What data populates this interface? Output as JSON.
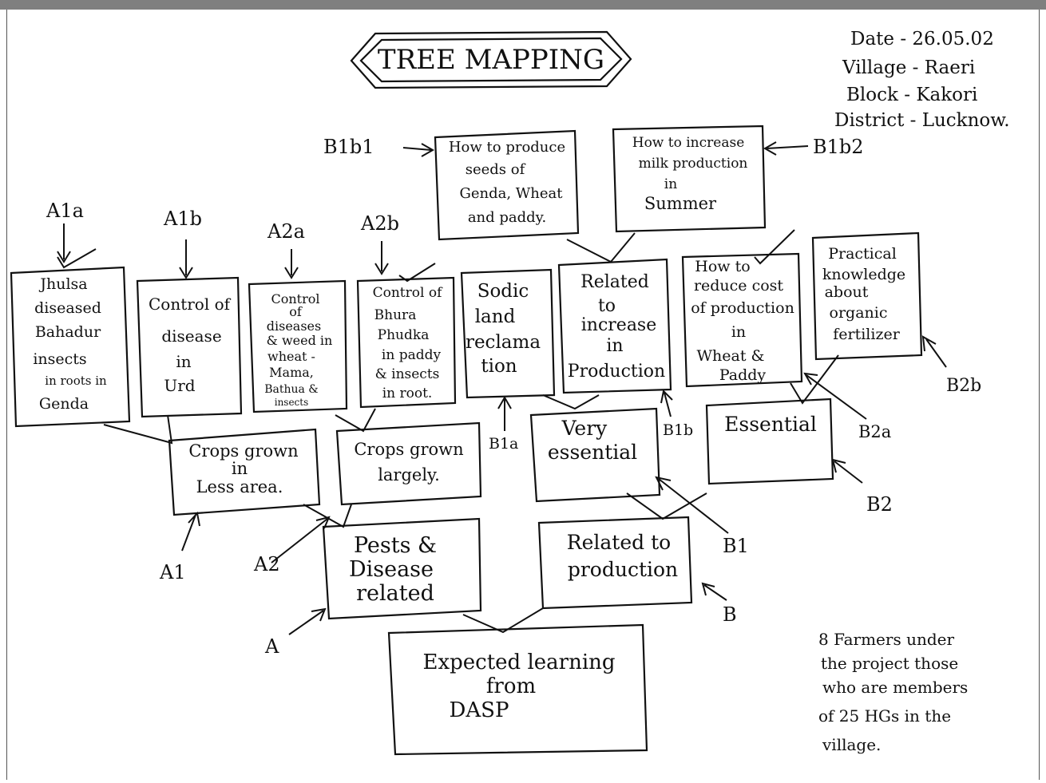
{
  "header_bar_text": "",
  "title": "TREE MAPPING",
  "info": {
    "date": "Date - 26.05.02",
    "village": "Village - Raeri",
    "block": "Block - Kakori",
    "district": "District - Lucknow."
  },
  "root": {
    "lines": [
      "Expected learning",
      "from",
      "DASP"
    ]
  },
  "level1": {
    "pests": {
      "lines": [
        "Pests &",
        "Disease",
        "related"
      ],
      "tag": "A"
    },
    "production": {
      "lines": [
        "Related to",
        "production"
      ],
      "tag": "B"
    }
  },
  "level2": {
    "less_area": {
      "lines": [
        "Crops grown",
        "in",
        "Less area."
      ],
      "tag": "A1"
    },
    "largely": {
      "lines": [
        "Crops grown",
        "largely."
      ],
      "tag": "A2"
    },
    "very_essential": {
      "lines": [
        "Very",
        "essential"
      ],
      "tag": "B1"
    },
    "essential": {
      "lines": [
        "Essential"
      ],
      "tag": "B2"
    }
  },
  "level3": {
    "a1a": {
      "lines": [
        "Jhulsa",
        "diseased",
        "Bahadur",
        "insects",
        "in roots in",
        "Genda"
      ],
      "tag": "A1a"
    },
    "a1b": {
      "lines": [
        "Control of",
        "disease",
        "in",
        "Urd"
      ],
      "tag": "A1b"
    },
    "a2a": {
      "lines": [
        "Control",
        "of",
        "diseases",
        "& weed in",
        "wheat -",
        "Mama,",
        "Bathua &",
        "insects"
      ],
      "tag": "A2a"
    },
    "a2b": {
      "lines": [
        "Control of",
        "Bhura",
        "Phudka",
        "in paddy",
        "& insects",
        "in root."
      ],
      "tag": "A2b"
    },
    "b1a": {
      "lines": [
        "Sodic",
        "land",
        "reclama",
        "tion"
      ],
      "tag": "B1a"
    },
    "b1b": {
      "lines": [
        "Related",
        "to",
        "increase",
        "in",
        "Production"
      ],
      "tag": "B1b"
    },
    "b2a": {
      "lines": [
        "How to",
        "reduce cost",
        "of production",
        "in",
        "Wheat &",
        "Paddy"
      ],
      "tag": "B2a"
    },
    "b2b": {
      "lines": [
        "Practical",
        "knowledge",
        "about",
        "organic",
        "fertilizer"
      ],
      "tag": "B2b"
    }
  },
  "level4": {
    "b1b1": {
      "lines": [
        "How to produce",
        "seeds of",
        "Genda, Wheat",
        "and paddy."
      ],
      "tag": "B1b1"
    },
    "b1b2": {
      "lines": [
        "How to increase",
        "milk production",
        "in",
        "Summer"
      ],
      "tag": "B1b2"
    }
  },
  "note": {
    "lines": [
      "8 Farmers under",
      "the project those",
      "who are members",
      "of 25 HGs in the",
      "village."
    ]
  }
}
